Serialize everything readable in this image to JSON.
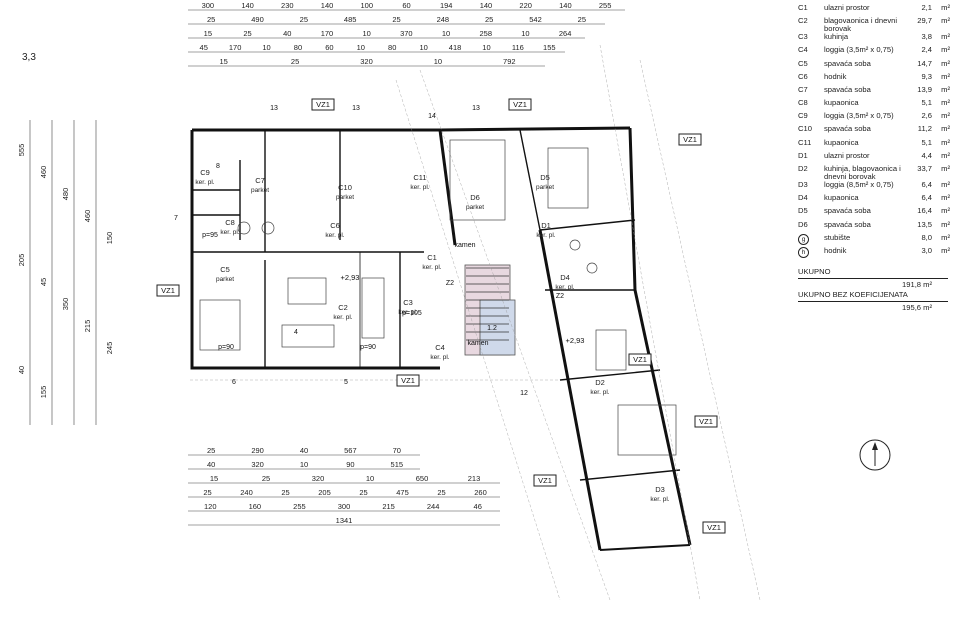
{
  "scale_label": "3,3",
  "legend": [
    {
      "code": "C1",
      "name": "ulazni prostor",
      "value": "2,1",
      "unit": "m²"
    },
    {
      "code": "C2",
      "name": "blagovaonica i dnevni borovak",
      "value": "29,7",
      "unit": "m²"
    },
    {
      "code": "C3",
      "name": "kuhinja",
      "value": "3,8",
      "unit": "m²"
    },
    {
      "code": "C4",
      "name": "loggia (3,5m² x 0,75)",
      "value": "2,4",
      "unit": "m²"
    },
    {
      "code": "C5",
      "name": "spavaća soba",
      "value": "14,7",
      "unit": "m²"
    },
    {
      "code": "C6",
      "name": "hodnik",
      "value": "9,3",
      "unit": "m²"
    },
    {
      "code": "C7",
      "name": "spavaća soba",
      "value": "13,9",
      "unit": "m²"
    },
    {
      "code": "C8",
      "name": "kupaonica",
      "value": "5,1",
      "unit": "m²"
    },
    {
      "code": "C9",
      "name": "loggia (3,5m² x 0,75)",
      "value": "2,6",
      "unit": "m²"
    },
    {
      "code": "C10",
      "name": "spavaća soba",
      "value": "11,2",
      "unit": "m²"
    },
    {
      "code": "C11",
      "name": "kupaonica",
      "value": "5,1",
      "unit": "m²"
    },
    {
      "code": "D1",
      "name": "ulazni prostor",
      "value": "4,4",
      "unit": "m²"
    },
    {
      "code": "D2",
      "name": "kuhinja, blagovaonica i dnevni borovak",
      "value": "33,7",
      "unit": "m²"
    },
    {
      "code": "D3",
      "name": "loggia (8,5m² x 0,75)",
      "value": "6,4",
      "unit": "m²"
    },
    {
      "code": "D4",
      "name": "kupaonica",
      "value": "6,4",
      "unit": "m²"
    },
    {
      "code": "D5",
      "name": "spavaća soba",
      "value": "16,4",
      "unit": "m²"
    },
    {
      "code": "D6",
      "name": "spavaća soba",
      "value": "13,5",
      "unit": "m²"
    },
    {
      "code": "g",
      "name": "stubište",
      "value": "8,0",
      "unit": "m²",
      "circled": true
    },
    {
      "code": "h",
      "name": "hodnik",
      "value": "3,0",
      "unit": "m²",
      "circled": true
    }
  ],
  "total_label": "UKUPNO",
  "total_value": "191,8 m²",
  "total_nocoef_label": "UKUPNO BEZ KOEFICIJENATA",
  "total_nocoef_value": "195,6 m²",
  "top_dims": [
    [
      "300",
      "140",
      "230",
      "140",
      "100",
      "60",
      "194",
      "140",
      "220",
      "140",
      "255"
    ],
    [
      "25",
      "490",
      "25",
      "485",
      "25",
      "248",
      "25",
      "542",
      "25"
    ],
    [
      "15",
      "25",
      "40",
      "170",
      "10",
      "370",
      "10",
      "258",
      "10",
      "264"
    ],
    [
      "45",
      "170",
      "10",
      "80",
      "60",
      "10",
      "80",
      "10",
      "418",
      "10",
      "116",
      "155"
    ],
    [
      "15",
      "25",
      "320",
      "10",
      "792"
    ]
  ],
  "bottom_dims": [
    [
      "25",
      "290",
      "40",
      "567",
      "70"
    ],
    [
      "40",
      "320",
      "10",
      "90",
      "515"
    ],
    [
      "15",
      "25",
      "320",
      "10",
      "650",
      "213"
    ],
    [
      "25",
      "240",
      "25",
      "205",
      "25",
      "475",
      "25",
      "260"
    ],
    [
      "120",
      "160",
      "255",
      "300",
      "215",
      "244",
      "46"
    ],
    [
      "1341"
    ]
  ],
  "left_dims": [
    "555",
    "460",
    "480",
    "460",
    "150",
    "205",
    "45",
    "350",
    "215",
    "245",
    "40",
    "155"
  ],
  "room_labels": [
    {
      "id": "C9",
      "floor": "ker. pl."
    },
    {
      "id": "C7",
      "floor": "parket"
    },
    {
      "id": "C10",
      "floor": "parket"
    },
    {
      "id": "C8",
      "floor": "ker. pl."
    },
    {
      "id": "C6",
      "floor": "ker. pl."
    },
    {
      "id": "C5",
      "floor": "parket"
    },
    {
      "id": "C2",
      "floor": "ker. pl."
    },
    {
      "id": "C3",
      "floor": "ker. pl."
    },
    {
      "id": "C4",
      "floor": "ker. pl."
    },
    {
      "id": "C11",
      "floor": "ker. pl."
    },
    {
      "id": "C1",
      "floor": "ker. pl."
    },
    {
      "id": "D6",
      "floor": "parket"
    },
    {
      "id": "D5",
      "floor": "parket"
    },
    {
      "id": "D4",
      "floor": "ker. pl."
    },
    {
      "id": "D1",
      "floor": "ker. pl."
    },
    {
      "id": "D2",
      "floor": "ker. pl."
    },
    {
      "id": "D3",
      "floor": "ker. pl."
    }
  ],
  "markers": [
    "VZ1",
    "VZ1",
    "VZ1",
    "VZ1",
    "VZ1",
    "VZ1",
    "VZ1",
    "VZ1",
    "VZ1"
  ],
  "levels": [
    "+2,93",
    "+2,93"
  ],
  "stair_labels": [
    "kamen",
    "kamen",
    "1.2"
  ],
  "misc_labels": [
    "p=90",
    "p=90",
    "p=95",
    "p=105",
    "Z2",
    "Z2",
    "13",
    "13",
    "14",
    "13",
    "12",
    "6",
    "5",
    "4",
    "7",
    "8"
  ]
}
